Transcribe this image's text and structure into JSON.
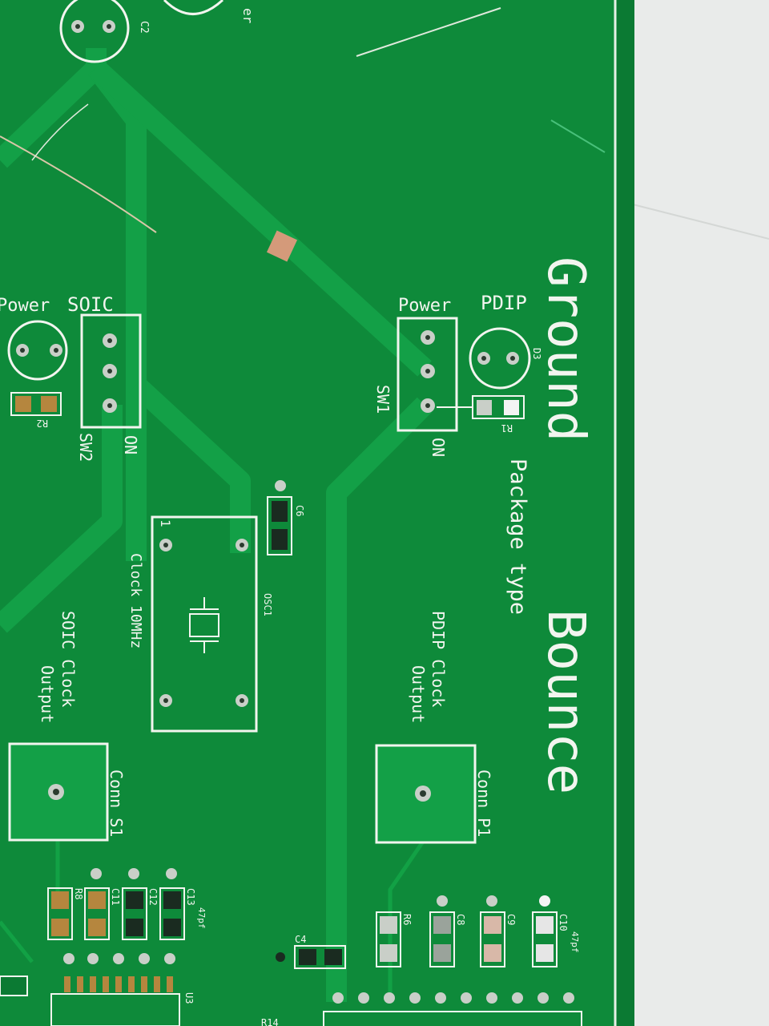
{
  "colors": {
    "board": "#0e8a3a",
    "board_dark": "#0a7631",
    "copper_trace": "#13a047",
    "silkscreen": "#f2f5ef",
    "pad_metal": "#c9cfc8",
    "pad_dark": "#1a2b20",
    "table": "#e9ebea"
  },
  "board": {
    "title_line1": "Ground",
    "title_line2": "Bounce",
    "subtitle": "Package type",
    "label_power_left": "Power",
    "label_soic": "SOIC",
    "label_power_right": "Power",
    "label_pdip": "PDIP",
    "label_sw1": "SW1",
    "label_sw2": "SW2",
    "label_on_left": "ON",
    "label_on_right": "ON",
    "label_r1": "R1",
    "label_r2": "R2",
    "label_d3": "D3",
    "label_c2": "C2",
    "label_c6": "C6",
    "label_c4": "C4",
    "label_osc1": "OSC1",
    "label_pin1": "1",
    "label_clock": "Clock 10MHz",
    "label_soic_clock_1": "SOIC Clock",
    "label_soic_clock_2": "Output",
    "label_pdip_clock_1": "PDIP Clock",
    "label_pdip_clock_2": "Output",
    "label_conn_s1": "Conn S1",
    "label_conn_p1": "Conn P1",
    "label_r8": "R8",
    "label_c11": "C11",
    "label_c12": "C12",
    "label_c13": "C13",
    "label_47pf_left": "47pf",
    "label_r6": "R6",
    "label_c8": "C8",
    "label_c9": "C9",
    "label_c10": "C10",
    "label_47pf_right": "47pf",
    "label_u3": "U3",
    "label_r14": "R14",
    "label_er": "er"
  }
}
